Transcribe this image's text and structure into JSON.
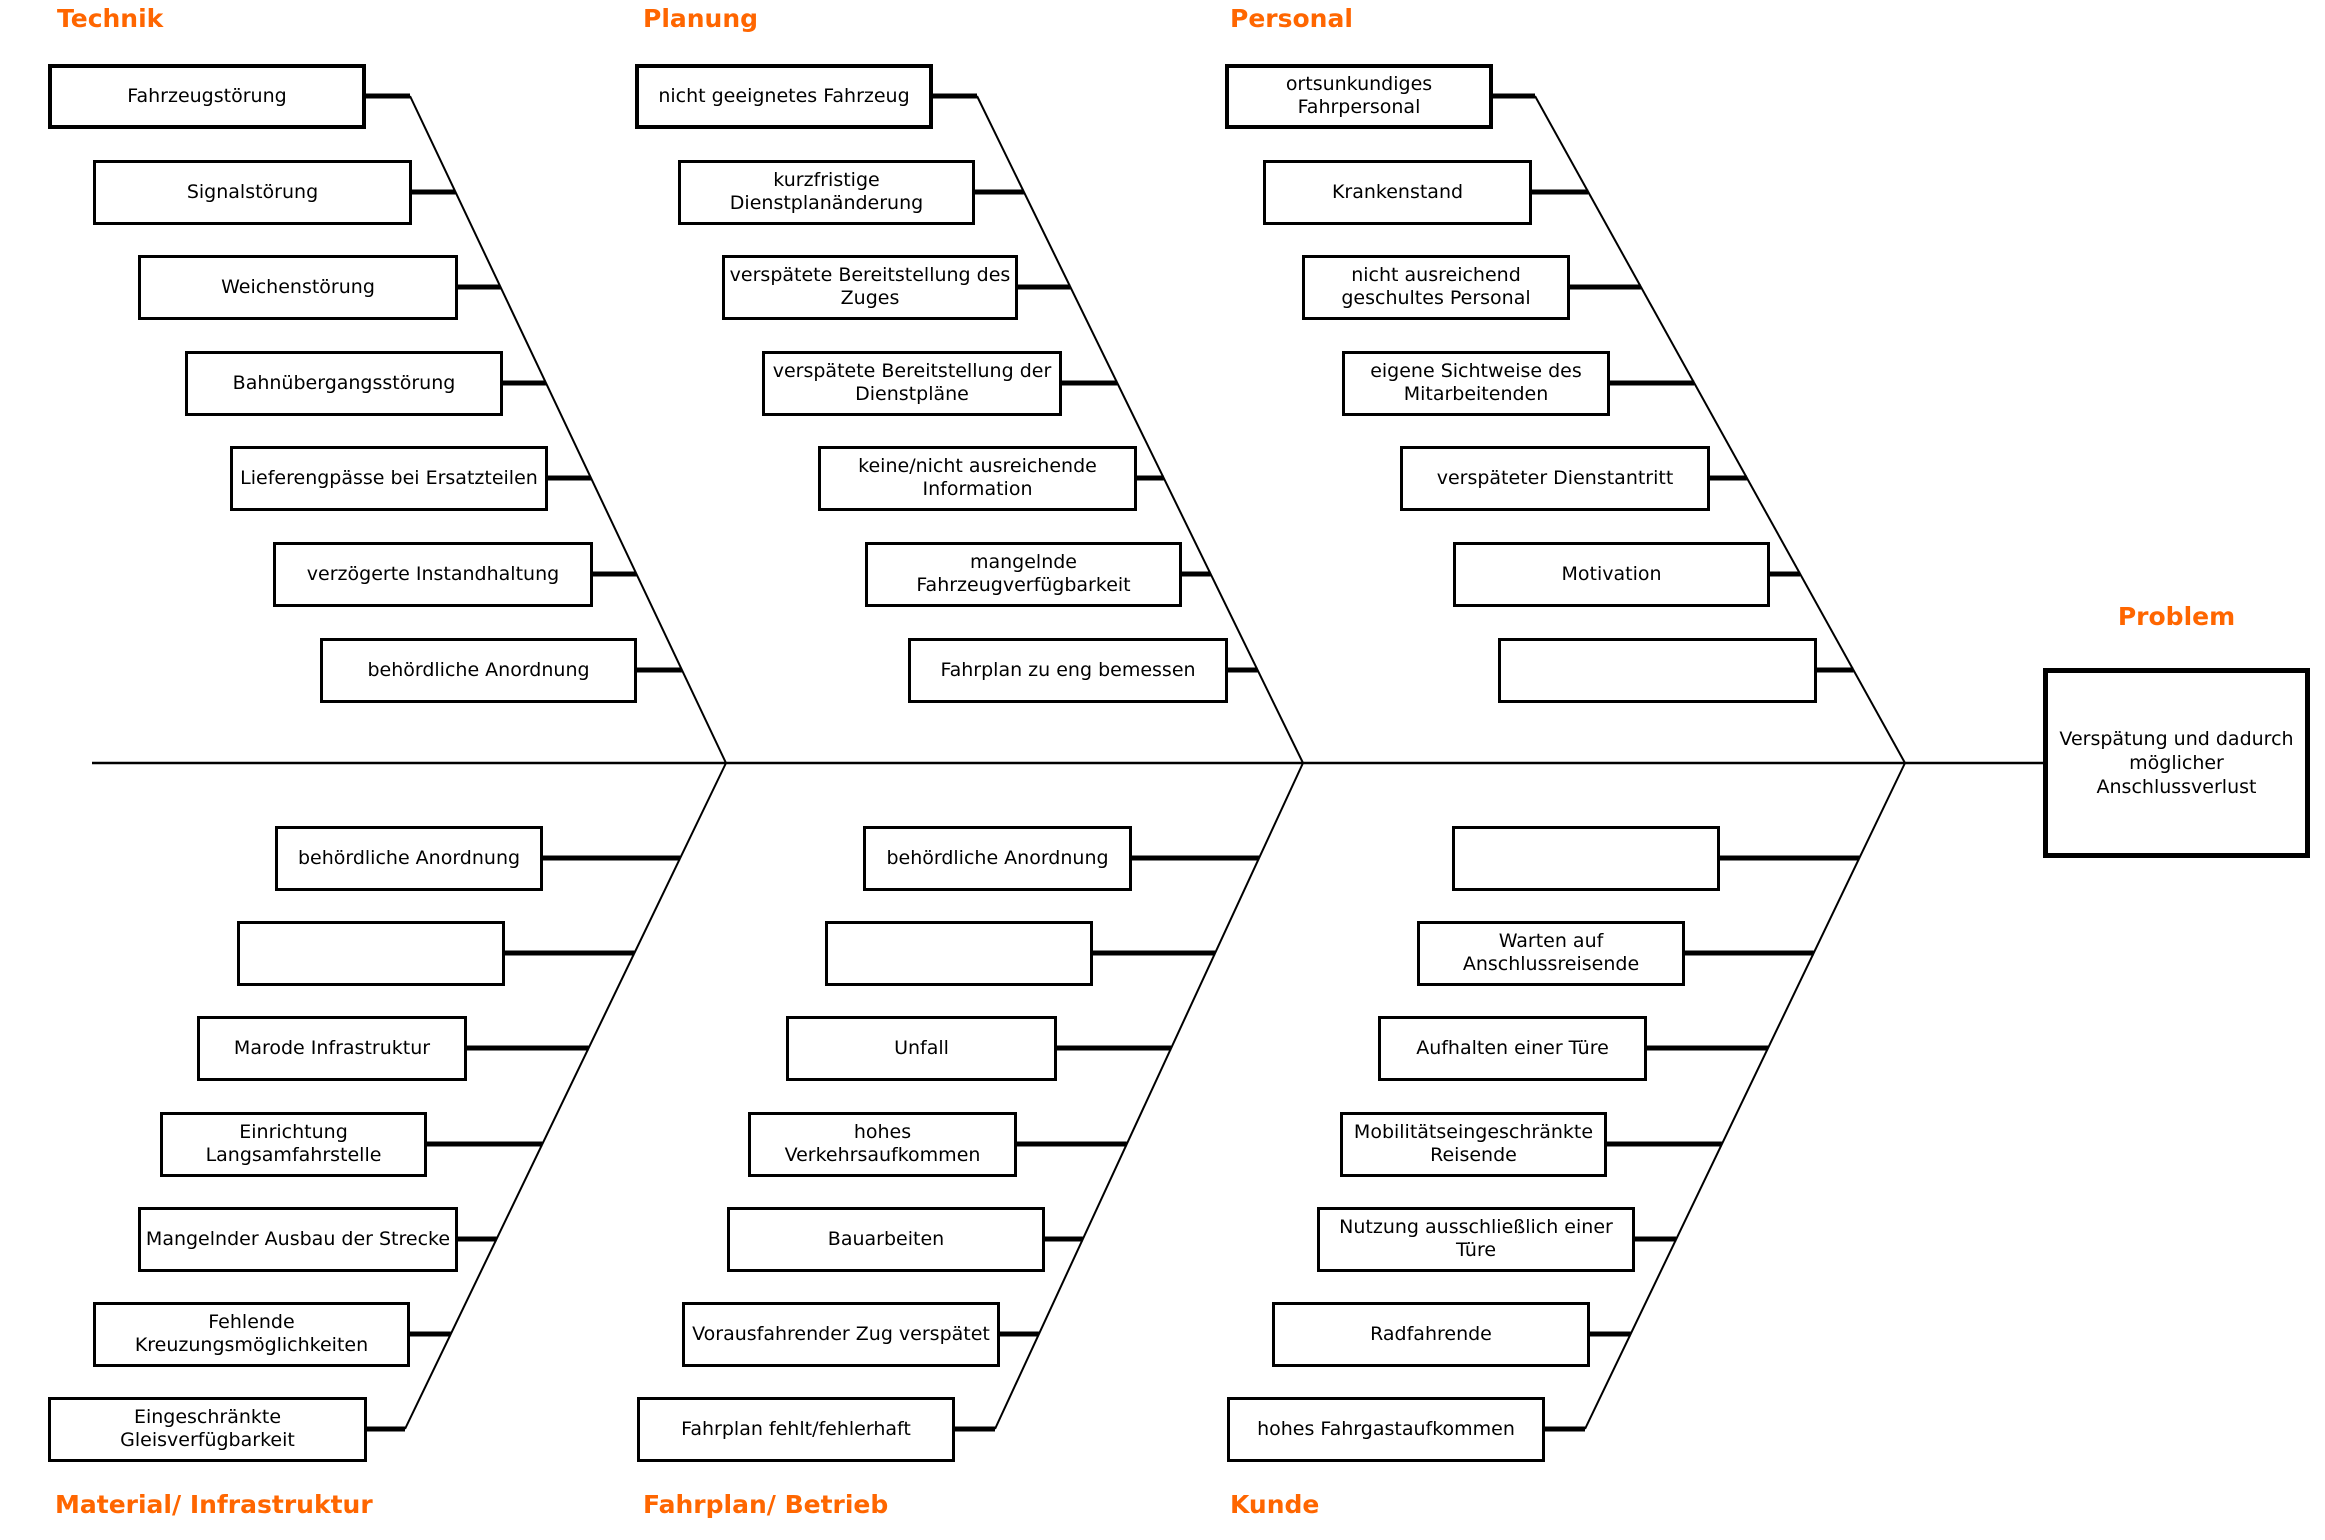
{
  "diagram_title": "",
  "problem": {
    "label": "Problem",
    "text": "Verspätung und dadurch möglicher Anschlussverlust"
  },
  "sections": [
    {
      "id": "technik",
      "label": "Technik",
      "side": "top",
      "items": [
        "Fahrzeugstörung",
        "Signalstörung",
        "Weichenstörung",
        "Bahnübergangsstörung",
        "Lieferengpässe bei Ersatzteilen",
        "verzögerte Instandhaltung",
        "behördliche Anordnung"
      ]
    },
    {
      "id": "planung",
      "label": "Planung",
      "side": "top",
      "items": [
        "nicht geeignetes Fahrzeug",
        "kurzfristige Dienstplanänderung",
        "verspätete Bereitstellung des Zuges",
        "verspätete Bereitstellung der Dienstpläne",
        "keine/nicht ausreichende Information",
        "mangelnde Fahrzeugverfügbarkeit",
        "Fahrplan zu eng bemessen"
      ]
    },
    {
      "id": "personal",
      "label": "Personal",
      "side": "top",
      "items": [
        "ortsunkundiges Fahrpersonal",
        "Krankenstand",
        "nicht ausreichend geschultes Personal",
        "eigene Sichtweise des Mitarbeitenden",
        "verspäteter Dienstantritt",
        "Motivation",
        ""
      ]
    },
    {
      "id": "material-infrastruktur",
      "label": "Material/ Infrastruktur",
      "side": "bottom",
      "items": [
        "behördliche Anordnung",
        "",
        "Marode Infrastruktur",
        "Einrichtung Langsamfahrstelle",
        "Mangelnder Ausbau der Strecke",
        "Fehlende Kreuzungsmöglichkeiten",
        "Eingeschränkte Gleisverfügbarkeit"
      ]
    },
    {
      "id": "fahrplan-betrieb",
      "label": "Fahrplan/ Betrieb",
      "side": "bottom",
      "items": [
        "behördliche Anordnung",
        "",
        "Unfall",
        "hohes Verkehrsaufkommen",
        "Bauarbeiten",
        "Vorausfahrender Zug verspätet",
        "Fahrplan fehlt/fehlerhaft"
      ]
    },
    {
      "id": "kunde",
      "label": "Kunde",
      "side": "bottom",
      "items": [
        "",
        "Warten auf Anschlussreisende",
        "Aufhalten einer Türe",
        "Mobilitätseingeschränkte Reisende",
        "Nutzung ausschließlich einer Türe",
        "Radfahrende",
        "hohes Fahrgastaufkommen"
      ]
    }
  ],
  "colors": {
    "category_label": "#FF6600",
    "line": "#000000",
    "box_background": "#FFFFFF",
    "text": "#000000"
  }
}
